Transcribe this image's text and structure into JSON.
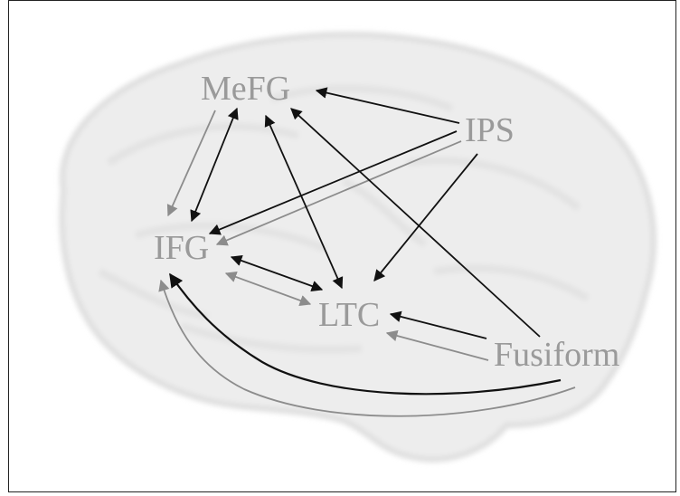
{
  "nodes": {
    "mefg": "MeFG",
    "ips": "IPS",
    "ifg": "IFG",
    "ltc": "LTC",
    "fusiform": "Fusiform"
  },
  "colors": {
    "strong_arrow": "#111111",
    "weak_arrow": "#8c8c8c",
    "label": "#9a9a9a",
    "brain": "#eeeeee"
  }
}
